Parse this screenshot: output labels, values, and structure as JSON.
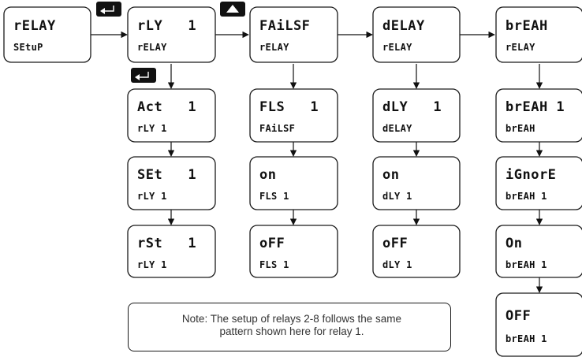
{
  "displays": {
    "relay_setup": {
      "top": "rELAY",
      "bottom": "SEtuP"
    },
    "rly1": {
      "top": "rLY   1",
      "bottom": "rELAY"
    },
    "act1": {
      "top": "Act   1",
      "bottom": "rLY 1"
    },
    "set1": {
      "top": "SEt   1",
      "bottom": "rLY 1"
    },
    "rst1": {
      "top": "rSt   1",
      "bottom": "rLY 1"
    },
    "failsf": {
      "top": "FAiLSF",
      "bottom": "rELAY"
    },
    "fls1": {
      "top": "FLS   1",
      "bottom": "FAiLSF"
    },
    "fls_on": {
      "top": "on",
      "bottom": "FLS 1"
    },
    "fls_off": {
      "top": "oFF",
      "bottom": "FLS 1"
    },
    "delay": {
      "top": "dELAY",
      "bottom": "rELAY"
    },
    "dly1": {
      "top": "dLY   1",
      "bottom": "dELAY"
    },
    "dly_on": {
      "top": "on",
      "bottom": "dLY 1"
    },
    "dly_off": {
      "top": "oFF",
      "bottom": "dLY 1"
    },
    "break": {
      "top": "brEAH",
      "bottom": "rELAY"
    },
    "break1": {
      "top": "brEAH 1",
      "bottom": "brEAH"
    },
    "ignore": {
      "top": "iGnorE",
      "bottom": "brEAH 1"
    },
    "brk_on": {
      "top": "On",
      "bottom": "brEAH 1"
    },
    "brk_off": {
      "top": "OFF",
      "bottom": "brEAH 1"
    }
  },
  "buttons": {
    "enter": "enter-button-icon",
    "up": "up-arrow-button-icon"
  },
  "note": {
    "line1": "Note: The setup of relays 2-8 follows the same",
    "line2": "pattern shown here for relay 1."
  }
}
